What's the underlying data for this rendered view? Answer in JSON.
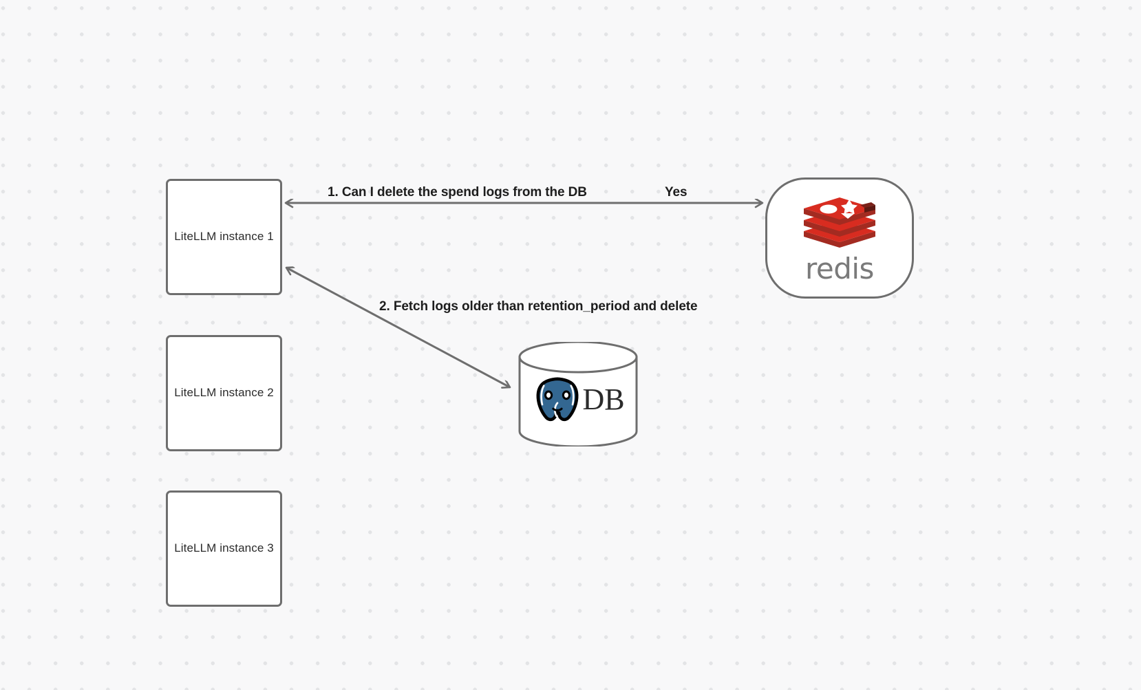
{
  "diagram": {
    "background_color": "#f8f8f9",
    "dot_color": "#e3e4e6",
    "stroke_color": "#6e6e6e",
    "nodes": [
      {
        "id": "litellm-1",
        "label": "LiteLLM instance 1"
      },
      {
        "id": "litellm-2",
        "label": "LiteLLM instance 2"
      },
      {
        "id": "litellm-3",
        "label": "LiteLLM instance 3"
      },
      {
        "id": "redis",
        "label": "redis",
        "logo": "redis-logo-icon",
        "accent": "#d82c20"
      },
      {
        "id": "postgres-db",
        "label": "DB",
        "logo": "postgresql-elephant-icon",
        "accent": "#336791"
      }
    ],
    "edges": [
      {
        "id": "edge-1",
        "from": "litellm-1",
        "to": "redis",
        "label": "1.  Can I delete the spend logs from the DB",
        "reply_label": "Yes",
        "bidirectional": true
      },
      {
        "id": "edge-2",
        "from": "litellm-1",
        "to": "postgres-db",
        "label": "2.  Fetch logs older than retention_period and delete",
        "bidirectional": true
      }
    ]
  }
}
